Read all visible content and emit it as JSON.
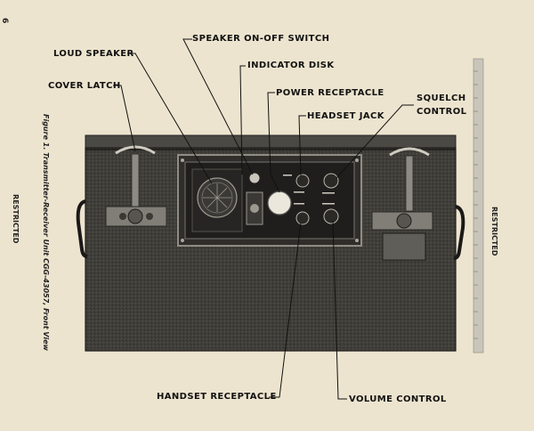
{
  "page": {
    "page_number": "6",
    "caption": "Figure 1. Transmitter-Receiver Unit CGG-43057, Front View",
    "classification_left": "RESTRICTED",
    "classification_right": "RESTRICTED"
  },
  "labels": {
    "loud_speaker": "LOUD SPEAKER",
    "speaker_switch": "SPEAKER ON-OFF SWITCH",
    "indicator_disk": "INDICATOR DISK",
    "cover_latch": "COVER LATCH",
    "power_receptacle": "POWER RECEPTACLE",
    "headset_jack": "HEADSET JACK",
    "squelch_line1": "SQUELCH",
    "squelch_line2": "CONTROL",
    "handset_receptacle": "HANDSET RECEPTACLE",
    "volume_control": "VOLUME CONTROL"
  },
  "colors": {
    "paper": "#ede4cf",
    "box": "#3e3d38",
    "panel": "#232220",
    "ink": "#111111"
  }
}
